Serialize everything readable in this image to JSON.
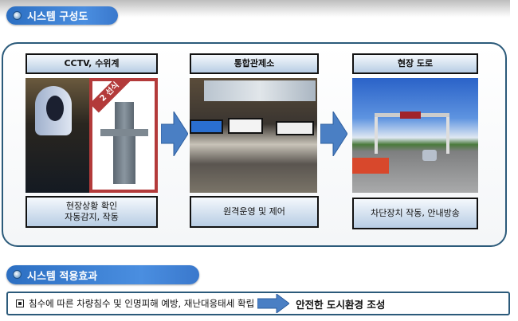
{
  "section1": {
    "title": "시스템 구성도"
  },
  "columns": [
    {
      "header": "CCTV, 수위계",
      "caption_lines": [
        "현장상황 확인",
        "자동감지, 작동"
      ],
      "badge": "2 선식"
    },
    {
      "header": "통합관제소",
      "caption_lines": [
        "원격운영 및 제어"
      ]
    },
    {
      "header": "현장 도로",
      "caption_lines": [
        "차단장치 작동, 안내방송"
      ]
    }
  ],
  "section2": {
    "title": "시스템 적용효과"
  },
  "effect": {
    "text": "침수에 따른 차량침수 및 인명피해 예방, 재난대응태세 확립",
    "result": "안전한 도시환경 조성"
  },
  "colors": {
    "accent": "#3a7fd5",
    "border": "#2b5a7a",
    "arrow": "#4a7fc4"
  }
}
